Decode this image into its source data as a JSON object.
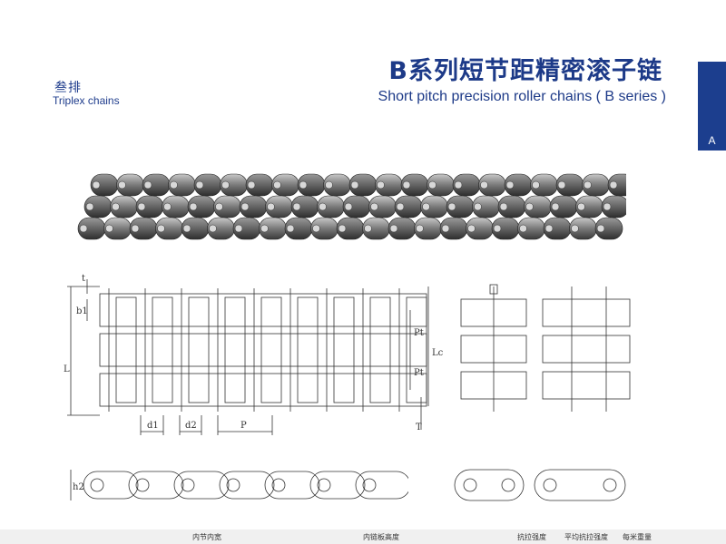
{
  "header": {
    "subtitle_cn": "叁排",
    "subtitle_en": "Triplex chains",
    "title_cn": "B系列短节距精密滚子链",
    "title_en": "Short pitch precision roller chains ( B series )",
    "tab_letter": "A"
  },
  "diagram_labels": {
    "t": "t",
    "b1": "b1",
    "L": "L",
    "Pt1": "Pt",
    "Pt2": "Pt",
    "Lc": "Lc",
    "T": "T",
    "d1": "d1",
    "d2": "d2",
    "P": "P",
    "h2": "h2"
  },
  "table_headers": {
    "inner_width": "内节内宽",
    "plate_height": "内链板高度",
    "tensile": "抗拉强度",
    "avg_tensile": "平均抗拉强度",
    "weight": "每米重量"
  }
}
